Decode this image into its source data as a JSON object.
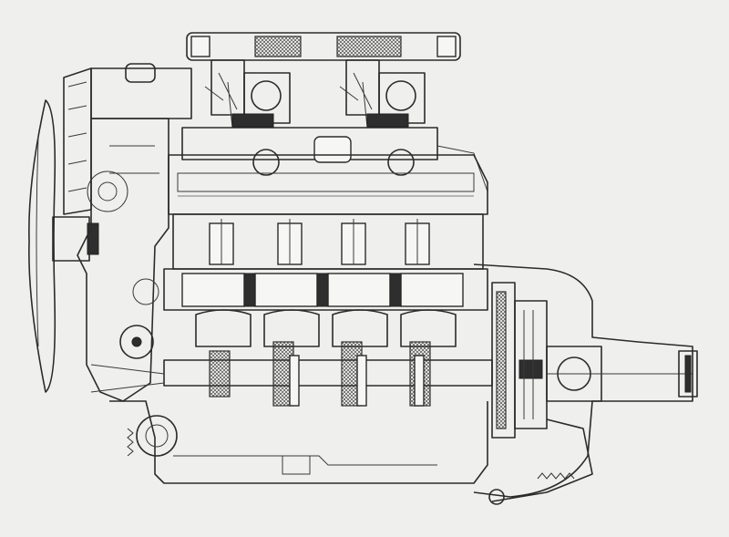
{
  "drawing": {
    "colors": {
      "paper": "#efefed",
      "ink": "#2b2b2b"
    },
    "components": [
      "fan",
      "water-pump",
      "timing-cover",
      "air-filter",
      "carburetor-front",
      "carburetor-rear",
      "intake-manifold",
      "cylinder-head",
      "camshaft",
      "cylinder-block",
      "pistons",
      "crankshaft",
      "oil-sump",
      "oil-pump",
      "flywheel",
      "clutch",
      "bellhousing",
      "gearbox",
      "output-flange",
      "clutch-linkage"
    ]
  }
}
